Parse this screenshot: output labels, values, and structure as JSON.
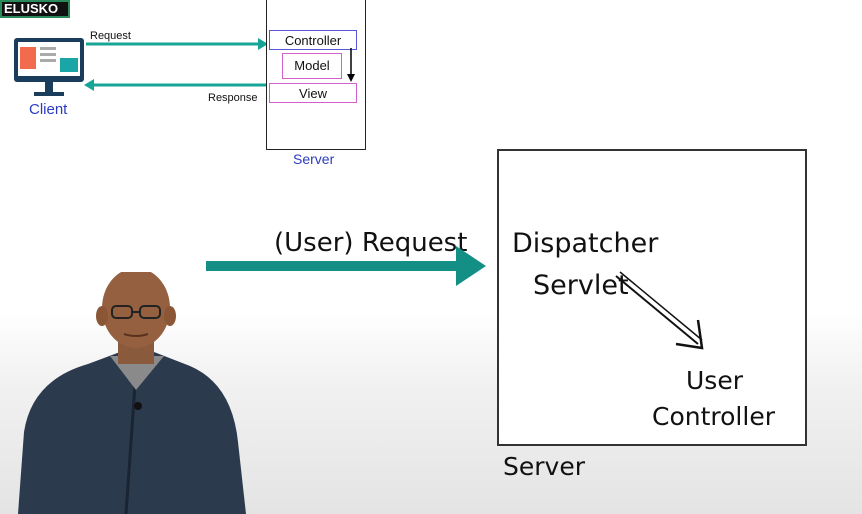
{
  "brand": {
    "label": "ELUSKO"
  },
  "small_diagram": {
    "request_label": "Request",
    "response_label": "Response",
    "client_label": "Client",
    "server_label": "Server",
    "mvc_items": [
      "Controller",
      "Model",
      "View"
    ],
    "colors": {
      "arrow": "#16a596",
      "accent": "#2b3bc0",
      "controller_border": "#5a55d6",
      "view_border": "#d060d0",
      "monitor": "#1a3d5c"
    }
  },
  "main_diagram": {
    "request_label": "(User) Request",
    "dispatcher_line1": "Dispatcher",
    "dispatcher_line2": "Servlet",
    "user_controller_line1": "User",
    "user_controller_line2": "Controller",
    "server_label": "Server",
    "colors": {
      "arrow": "#148f86",
      "box_border": "#333333"
    }
  },
  "presenter": {
    "description_icon": "presenter-person"
  }
}
